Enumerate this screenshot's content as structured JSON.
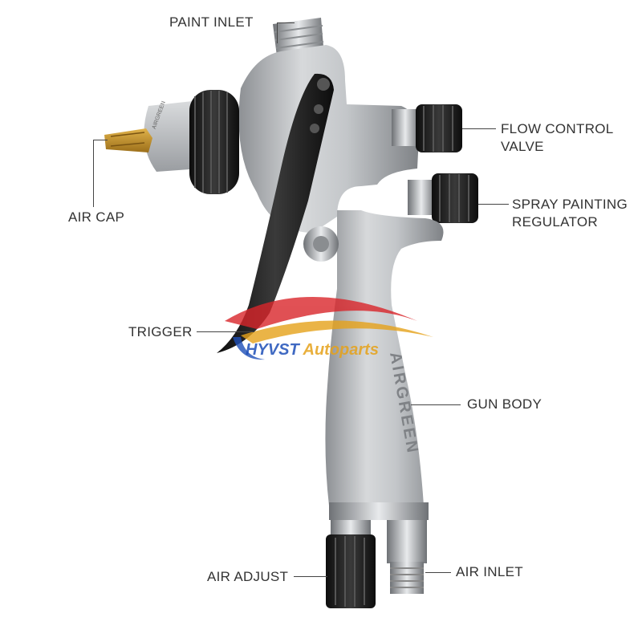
{
  "labels": {
    "paint_inlet": "PAINT INLET",
    "flow_control_line1": "FLOW CONTROL",
    "flow_control_line2": "VALVE",
    "spray_regulator_line1": "SPRAY PAINTING",
    "spray_regulator_line2": "REGULATOR",
    "air_cap": "AIR CAP",
    "trigger": "TRIGGER",
    "gun_body": "GUN BODY",
    "air_adjust": "AIR ADJUST",
    "air_inlet": "AIR INLET"
  },
  "product_text": {
    "body_brand": "AIRGREEN",
    "cup_brand": "AIRGREEN"
  },
  "watermark": {
    "brand": "HYVST",
    "suffix": "Autoparts"
  },
  "colors": {
    "gun_silver": "#b9bcbf",
    "knob_black": "#1a1a1a",
    "tip_gold": "#c8962d",
    "label_text": "#333333",
    "watermark_blue": "#1e4fb8",
    "watermark_orange": "#e6a21a",
    "watermark_red": "#d9252a"
  }
}
